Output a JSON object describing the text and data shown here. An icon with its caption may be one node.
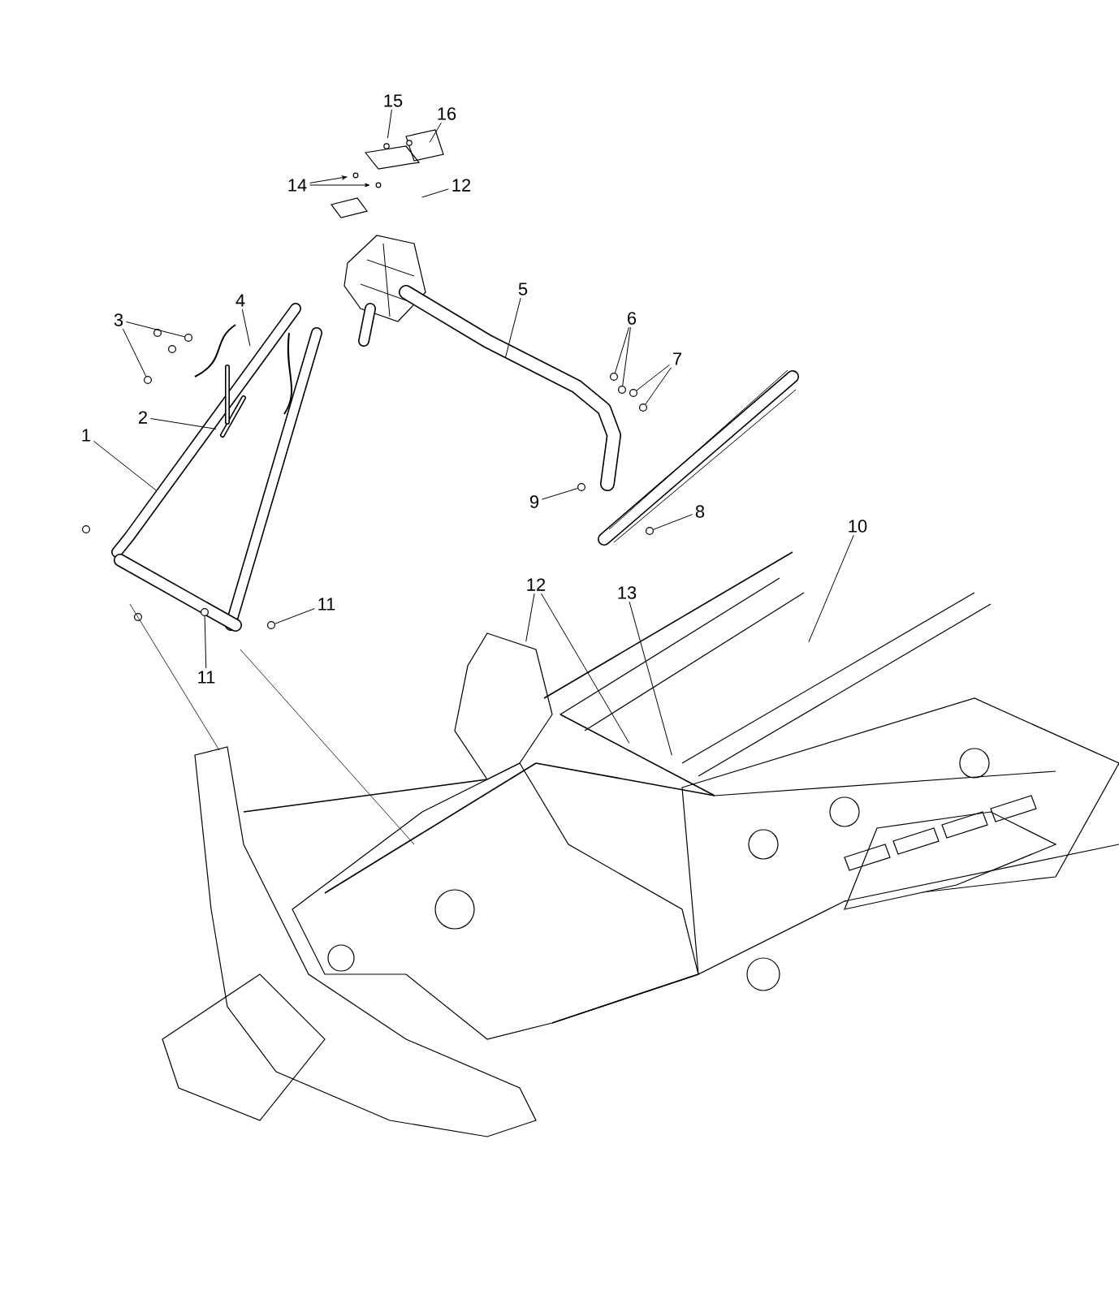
{
  "diagram": {
    "nodes": [
      {
        "text": [
          "15"
        ]
      },
      {
        "text": [
          "16"
        ]
      },
      {
        "text": [
          "14"
        ]
      },
      {
        "text": [
          "12"
        ]
      },
      {
        "text": [
          "5"
        ]
      },
      {
        "text": [
          "4"
        ]
      },
      {
        "text": [
          "6"
        ]
      },
      {
        "text": [
          "3"
        ]
      },
      {
        "text": [
          "7"
        ]
      },
      {
        "text": [
          "2"
        ]
      },
      {
        "text": [
          "1"
        ]
      },
      {
        "text": [
          "9"
        ]
      },
      {
        "text": [
          "8"
        ]
      },
      {
        "text": [
          "10"
        ]
      },
      {
        "text": [
          "12"
        ]
      },
      {
        "text": [
          "13"
        ]
      },
      {
        "text": [
          "11"
        ]
      },
      {
        "text": [
          "11"
        ]
      },
      {
        "text": [],
        "shape": "circle"
      },
      {
        "text": [],
        "shape": "circle"
      },
      {
        "text": [],
        "shape": "circle"
      },
      {
        "text": [],
        "shape": "circle"
      },
      {
        "text": [],
        "shape": "circle"
      },
      {
        "text": [],
        "shape": "circle"
      },
      {
        "text": [],
        "shape": "circle"
      },
      {
        "text": [],
        "shape": "circle"
      },
      {
        "text": [],
        "shape": "circle"
      },
      {
        "text": [],
        "shape": "circle"
      }
    ],
    "edges": [
      {
        "from": 0,
        "to": null,
        "arrow": "none"
      },
      {
        "from": 1,
        "to": null,
        "arrow": "none"
      },
      {
        "from": 2,
        "to": null,
        "arrow": "to"
      },
      {
        "from": 2,
        "to": null,
        "arrow": "to"
      },
      {
        "from": 3,
        "to": null,
        "arrow": "none"
      },
      {
        "from": 4,
        "to": null,
        "arrow": "none"
      },
      {
        "from": 5,
        "to": null,
        "arrow": "none"
      },
      {
        "from": 6,
        "to": 23,
        "arrow": "none"
      },
      {
        "from": 6,
        "to": 24,
        "arrow": "none"
      },
      {
        "from": 7,
        "to": 19,
        "arrow": "none"
      },
      {
        "from": 7,
        "to": 18,
        "arrow": "none"
      },
      {
        "from": 8,
        "to": 25,
        "arrow": "none"
      },
      {
        "from": 8,
        "to": 26,
        "arrow": "none"
      },
      {
        "from": 9,
        "to": null,
        "arrow": "none"
      },
      {
        "from": 10,
        "to": null,
        "arrow": "none"
      },
      {
        "from": 11,
        "to": 22,
        "arrow": "none"
      },
      {
        "from": 12,
        "to": 27,
        "arrow": "none"
      },
      {
        "from": 13,
        "to": null,
        "arrow": "none"
      },
      {
        "from": 14,
        "to": null,
        "arrow": "none"
      },
      {
        "from": 14,
        "to": null,
        "arrow": "none"
      },
      {
        "from": 15,
        "to": null,
        "arrow": "none"
      },
      {
        "from": 16,
        "to": 21,
        "arrow": "none"
      },
      {
        "from": 17,
        "to": 20,
        "arrow": "none"
      }
    ]
  }
}
